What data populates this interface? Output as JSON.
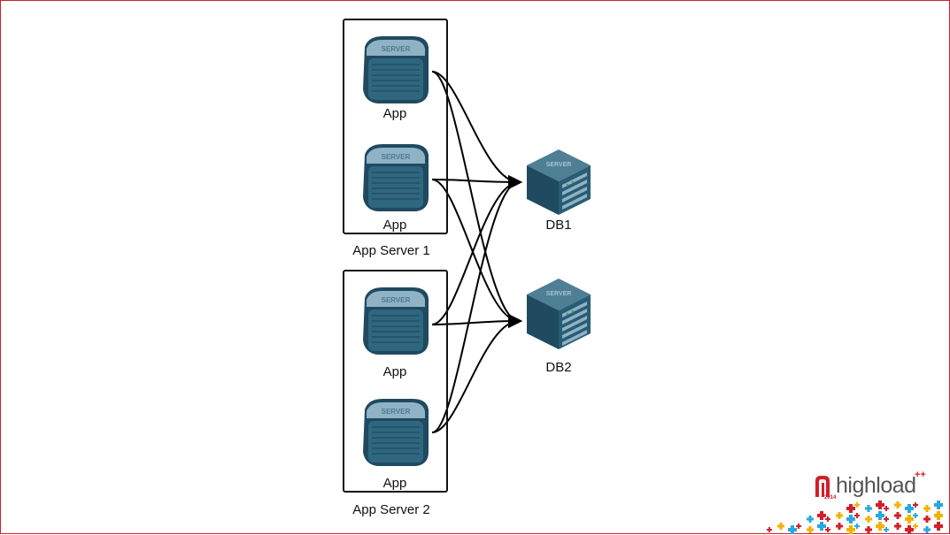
{
  "diagram": {
    "groups": [
      {
        "id": "app-server-1",
        "label": "App Server 1"
      },
      {
        "id": "app-server-2",
        "label": "App Server 2"
      }
    ],
    "nodes": [
      {
        "id": "app-1",
        "label": "App",
        "kind": "app",
        "icon": "server-icon"
      },
      {
        "id": "app-2",
        "label": "App",
        "kind": "app",
        "icon": "server-icon"
      },
      {
        "id": "app-3",
        "label": "App",
        "kind": "app",
        "icon": "server-icon"
      },
      {
        "id": "app-4",
        "label": "App",
        "kind": "app",
        "icon": "server-icon"
      },
      {
        "id": "db-1",
        "label": "DB1",
        "kind": "db",
        "icon": "rack-server-icon"
      },
      {
        "id": "db-2",
        "label": "DB2",
        "kind": "db",
        "icon": "rack-server-icon"
      }
    ],
    "edges": [
      {
        "from": "app-1",
        "to": "db-1"
      },
      {
        "from": "app-1",
        "to": "db-2"
      },
      {
        "from": "app-2",
        "to": "db-1"
      },
      {
        "from": "app-2",
        "to": "db-2"
      },
      {
        "from": "app-3",
        "to": "db-1"
      },
      {
        "from": "app-3",
        "to": "db-2"
      },
      {
        "from": "app-4",
        "to": "db-1"
      },
      {
        "from": "app-4",
        "to": "db-2"
      }
    ],
    "icon_text": "SERVER"
  },
  "logo": {
    "word": "highload",
    "superscript": "++",
    "year": "2014"
  },
  "colors": {
    "accent": "#d21f2b",
    "server_dark": "#1f4a60",
    "server_mid": "#2f6680",
    "server_light": "#8fb3c4"
  }
}
